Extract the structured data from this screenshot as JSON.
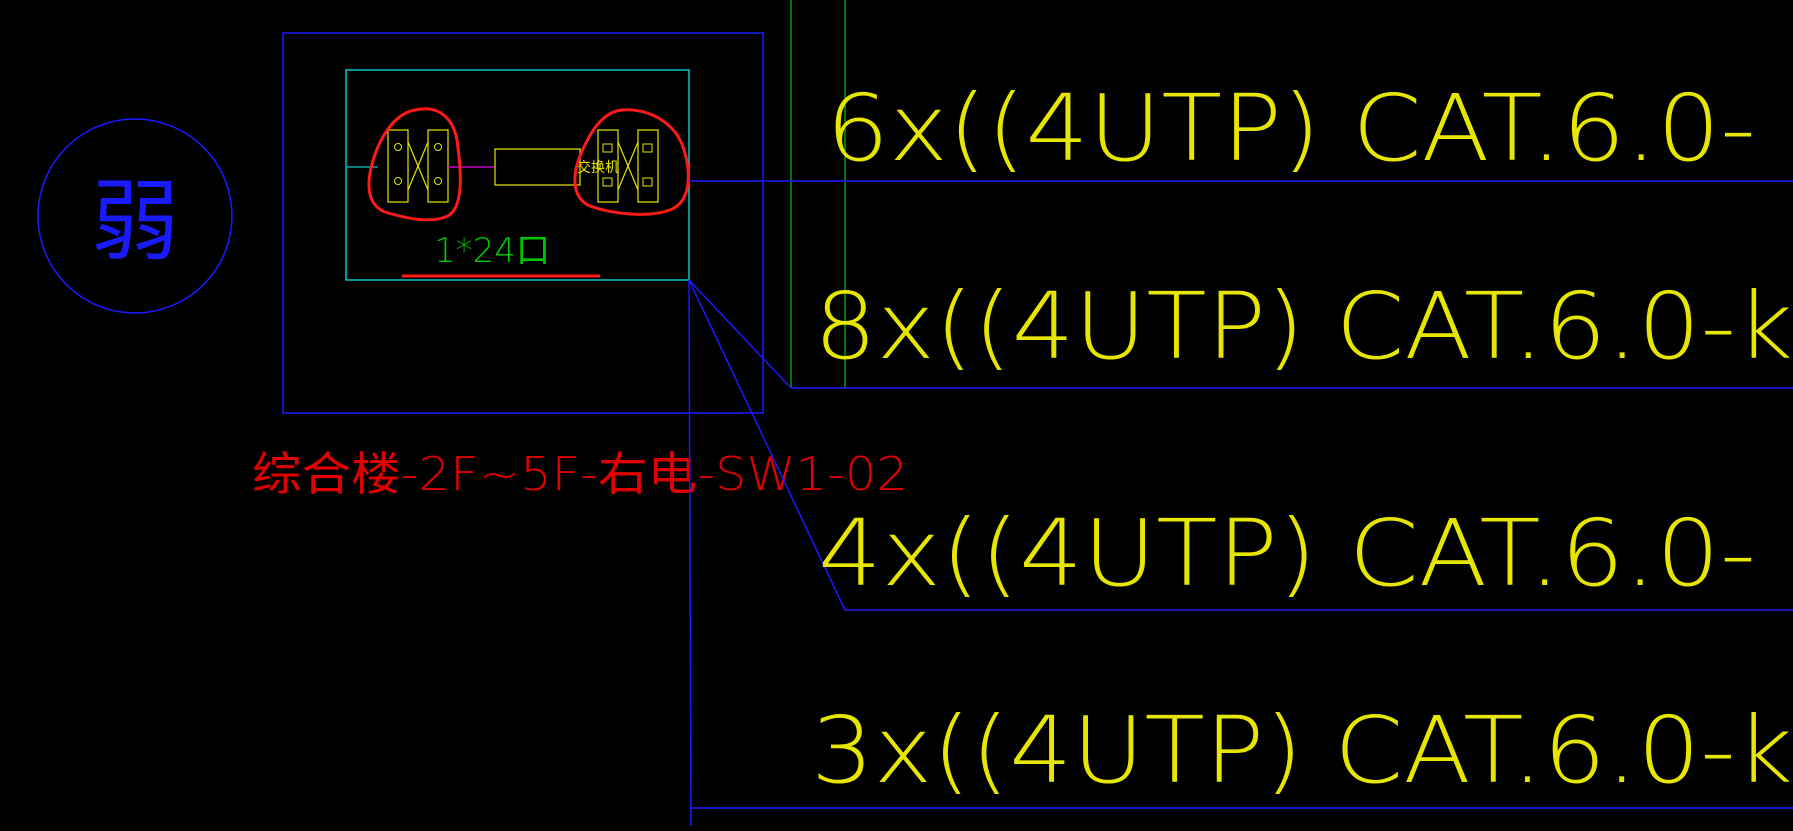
{
  "colors": {
    "background": "#000000",
    "frame_blue": "#1a1aff",
    "cabinet_cyan": "#00c8c8",
    "cable_yellow": "#e6e600",
    "guide_green": "#00c800",
    "port_green": "#00c800",
    "label_red": "#e00000",
    "markup_red": "#ff1a1a",
    "link_magenta": "#c000c0",
    "switch_yellow": "#e6e600"
  },
  "symbol": {
    "char": "弱",
    "icon": "weak-current-circle-symbol"
  },
  "cabinet": {
    "port_label": "1*24口",
    "switch_label": "交换机"
  },
  "cabinet_caption": "综合楼-2F~5F-右电-SW1-02",
  "cable_labels": [
    "6x((4UTP) CAT.6.0-",
    "8x((4UTP) CAT.6.0-k",
    "4x((4UTP) CAT.6.0-",
    "3x((4UTP) CAT.6.0-k"
  ]
}
